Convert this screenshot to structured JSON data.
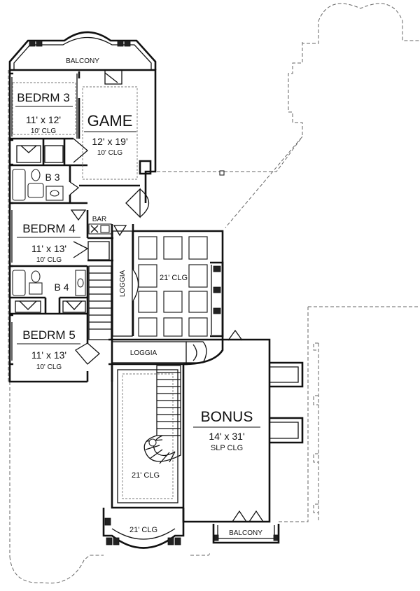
{
  "rooms": {
    "balcony_top": "BALCONY",
    "bedroom3": {
      "name": "BEDRM 3",
      "size": "11' x 12'",
      "ceiling": "10' CLG"
    },
    "game": {
      "name": "GAME",
      "size": "12' x 19'",
      "ceiling": "10' CLG"
    },
    "bath3": "B 3",
    "bar": "BAR",
    "bedroom4": {
      "name": "BEDRM 4",
      "size": "11' x 13'",
      "ceiling": "10' CLG"
    },
    "bath4": "B 4",
    "loggia_vertical": "LOGGIA",
    "open_to_below": "21' CLG",
    "bedroom5": {
      "name": "BEDRM 5",
      "size": "11' x 13'",
      "ceiling": "10' CLG"
    },
    "loggia_horizontal": "LOGGIA",
    "bonus": {
      "name": "BONUS",
      "size": "14' x 31'",
      "ceiling": "SLP CLG"
    },
    "stair_hall": "21' CLG",
    "entry_bay": "21' CLG",
    "balcony_bottom": "BALCONY"
  }
}
